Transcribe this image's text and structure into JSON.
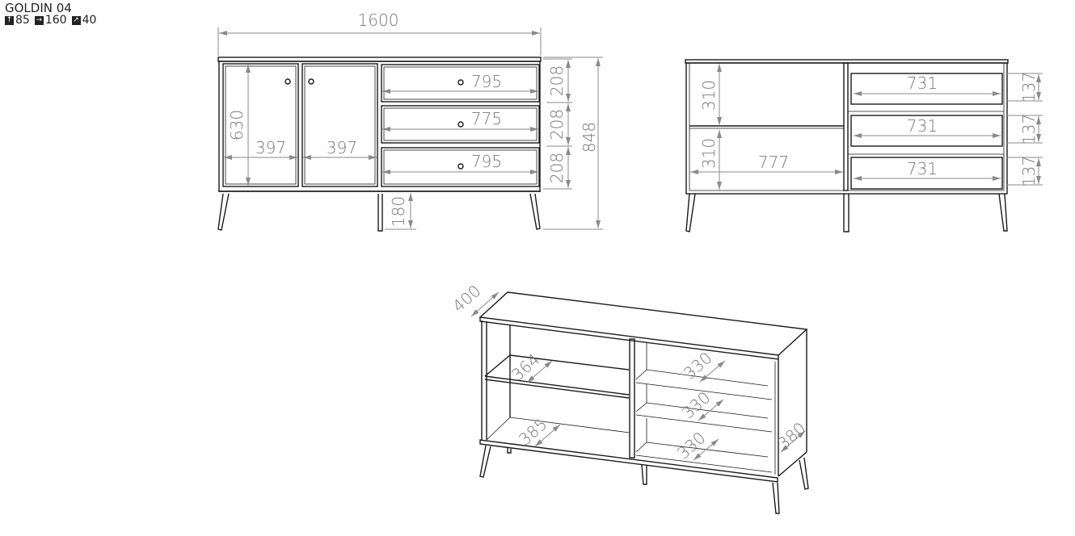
{
  "product": {
    "name": "GOLDIN 04",
    "specs": [
      {
        "icon": "arrow-up-icon",
        "glyph": "↑",
        "value": "85"
      },
      {
        "icon": "arrow-right-icon",
        "glyph": "→",
        "value": "160"
      },
      {
        "icon": "arrow-diagonal-icon",
        "glyph": "↗",
        "value": "40"
      }
    ]
  },
  "front_view": {
    "total_width": "1600",
    "total_height": "848",
    "door_height": "630",
    "door_width_left": "397",
    "door_width_right": "397",
    "drawer_widths": [
      "795",
      "775",
      "795"
    ],
    "drawer_heights": [
      "208",
      "208",
      "208"
    ],
    "leg_height": "180"
  },
  "interior_view": {
    "shelf_heights": [
      "310",
      "310"
    ],
    "compartment_width": "777",
    "drawer_inner_widths": [
      "731",
      "731",
      "731"
    ],
    "drawer_inner_heights": [
      "137",
      "137",
      "137"
    ]
  },
  "isometric_view": {
    "depth": "400",
    "shelf_depth_top": "364",
    "shelf_depth_bottom": "385",
    "drawer_depths": [
      "330",
      "330",
      "330"
    ],
    "side_depth": "380"
  }
}
